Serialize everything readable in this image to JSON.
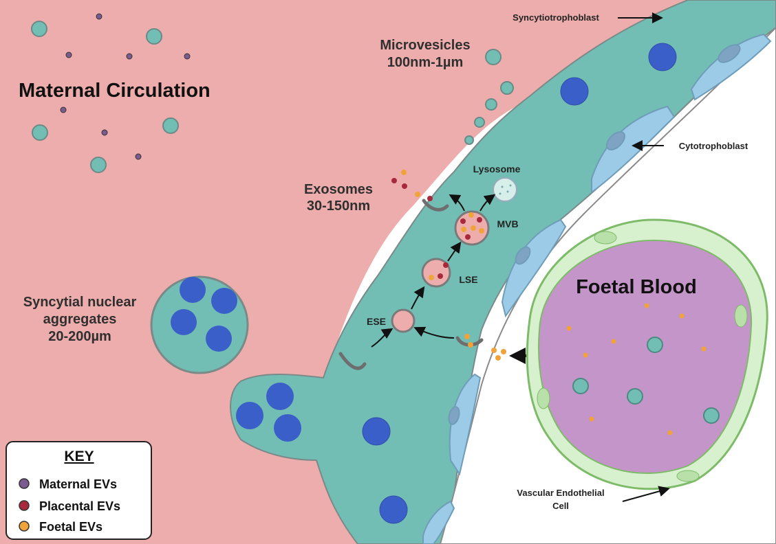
{
  "colors": {
    "maternal_bg": "#eeadad",
    "syncytio": "#72bdb4",
    "cyto": "#9bcbe6",
    "nucleus": "#3a5fc9",
    "foetal_blood": "#c495c8",
    "endothelium": "#d7f0cd",
    "maternal_ev": "#7a5a8f",
    "placental_ev": "#a8283c",
    "foetal_ev": "#f0a339"
  },
  "labels": {
    "maternal_circulation": "Maternal Circulation",
    "microvesicles_line1": "Microvesicles",
    "microvesicles_line2": "100nm-1µm",
    "syncytiotrophoblast": "Syncytiotrophoblast",
    "cytotrophoblast": "Cytotrophoblast",
    "exosomes_line1": "Exosomes",
    "exosomes_line2": "30-150nm",
    "lysosome": "Lysosome",
    "mvb": "MVB",
    "lse": "LSE",
    "ese": "ESE",
    "snas_line1": "Syncytial nuclear",
    "snas_line2": "aggregates",
    "snas_line3": "20-200µm",
    "foetal_blood": "Foetal Blood",
    "vascular_line1": "Vascular Endothelial",
    "vascular_line2": "Cell"
  },
  "key": {
    "title": "KEY",
    "items": [
      "Maternal EVs",
      "Placental EVs",
      "Foetal EVs"
    ]
  }
}
